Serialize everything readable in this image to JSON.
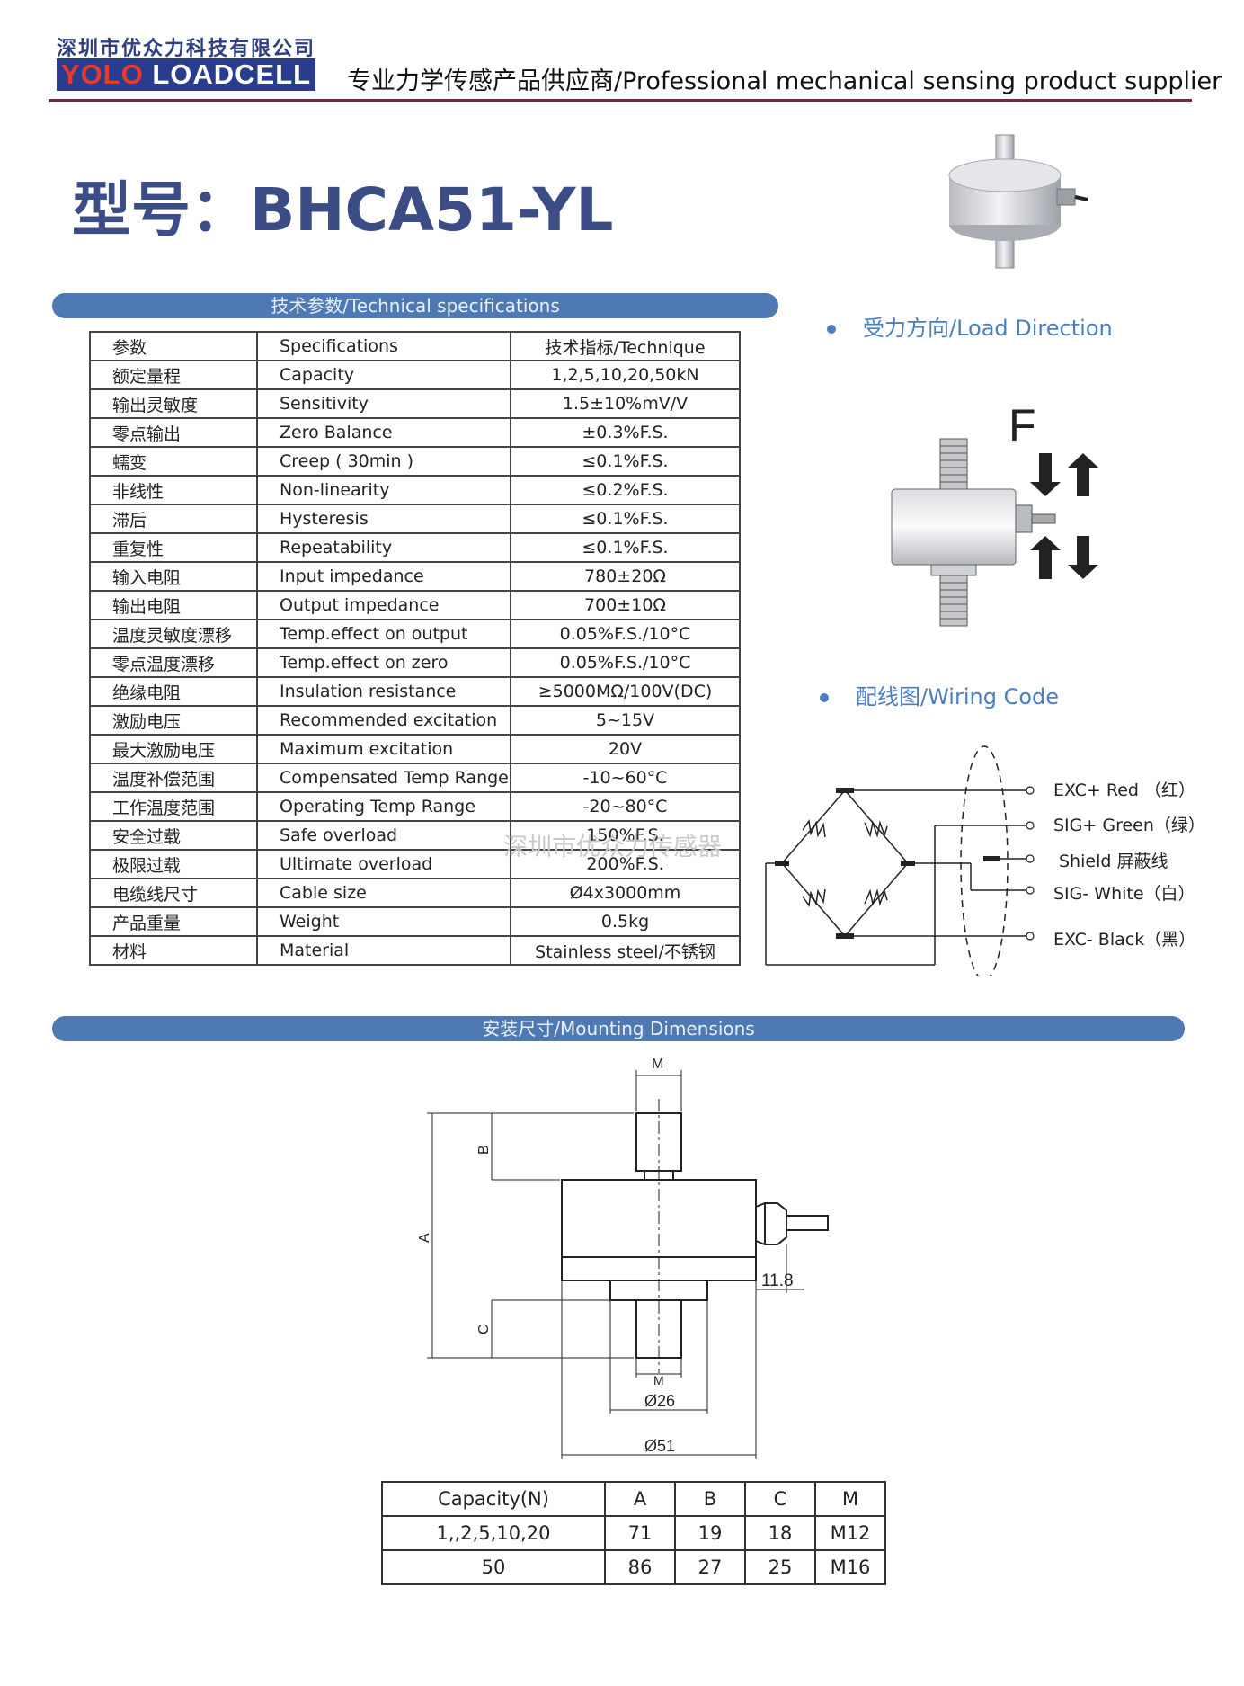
{
  "header": {
    "company_cn": "深圳市优众力科技有限公司",
    "brand_yolo": "YOLO",
    "brand_loadcell": " LOADCELL",
    "tagline": "专业力学传感产品供应商/Professional mechanical sensing product supplier"
  },
  "model": {
    "title": "型号：BHCA51-YL"
  },
  "spec_section": {
    "bar_label": "技术参数/Technical specifications",
    "rows": [
      {
        "cn": "参数",
        "en": "Specifications",
        "value": "技术指标/Technique"
      },
      {
        "cn": "额定量程",
        "en": "Capacity",
        "value": "1,2,5,10,20,50kN"
      },
      {
        "cn": "输出灵敏度",
        "en": "Sensitivity",
        "value": "1.5±10%mV/V"
      },
      {
        "cn": "零点输出",
        "en": "Zero Balance",
        "value": "±0.3%F.S."
      },
      {
        "cn": "蠕变",
        "en": "Creep ( 30min )",
        "value": "≤0.1%F.S."
      },
      {
        "cn": "非线性",
        "en": "Non-linearity",
        "value": "≤0.2%F.S."
      },
      {
        "cn": "滞后",
        "en": "Hysteresis",
        "value": "≤0.1%F.S."
      },
      {
        "cn": "重复性",
        "en": "Repeatability",
        "value": "≤0.1%F.S."
      },
      {
        "cn": "输入电阻",
        "en": "Input impedance",
        "value": "780±20Ω"
      },
      {
        "cn": "输出电阻",
        "en": "Output impedance",
        "value": "700±10Ω"
      },
      {
        "cn": "温度灵敏度漂移",
        "en": "Temp.effect on output",
        "value": "0.05%F.S./10°C"
      },
      {
        "cn": "零点温度漂移",
        "en": "Temp.effect on zero",
        "value": "0.05%F.S./10°C"
      },
      {
        "cn": "绝缘电阻",
        "en": "Insulation resistance",
        "value": "≥5000MΩ/100V(DC)"
      },
      {
        "cn": "激励电压",
        "en": "Recommended excitation",
        "value": "5~15V"
      },
      {
        "cn": "最大激励电压",
        "en": "Maximum excitation",
        "value": "20V"
      },
      {
        "cn": "温度补偿范围",
        "en": "Compensated Temp Range",
        "value": "-10~60°C"
      },
      {
        "cn": "工作温度范围",
        "en": "Operating Temp Range",
        "value": "-20~80°C"
      },
      {
        "cn": "安全过载",
        "en": "Safe overload",
        "value": "150%F.S."
      },
      {
        "cn": "极限过载",
        "en": "Ultimate overload",
        "value": "200%F.S."
      },
      {
        "cn": "电缆线尺寸",
        "en": "Cable size",
        "value": "Ø4x3000mm"
      },
      {
        "cn": "产品重量",
        "en": "Weight",
        "value": "0.5kg"
      },
      {
        "cn": "材料",
        "en": "Material",
        "value": "Stainless steel/不锈钢"
      }
    ]
  },
  "load_direction": {
    "heading": "受力方向/Load Direction",
    "force_label": "F"
  },
  "wiring": {
    "heading": "配线图/Wiring Code",
    "labels": [
      "EXC+ Red （红）",
      "SIG+ Green（绿）",
      "Shield  屏蔽线",
      "SIG- White（白）",
      "EXC- Black（黑）"
    ]
  },
  "watermark": "深圳市优众力传感器",
  "mounting": {
    "bar_label": "安装尺寸/Mounting Dimensions",
    "labels": {
      "m_top": "M",
      "b": "B",
      "a": "A",
      "c": "C",
      "offset": "11.8",
      "m_bottom": "M",
      "d26": "Ø26",
      "d51": "Ø51"
    }
  },
  "dims_table": {
    "headers": [
      "Capacity(N)",
      "A",
      "B",
      "C",
      "M"
    ],
    "rows": [
      [
        "1,,2,5,10,20",
        "71",
        "19",
        "18",
        "M12"
      ],
      [
        "50",
        "86",
        "27",
        "25",
        "M16"
      ]
    ]
  },
  "colors": {
    "brand_blue": "#2a3d8c",
    "brand_red": "#e53a2e",
    "accent_blue": "#4f79b3",
    "title_blue": "#3c4d86",
    "rule": "#6b2a4a"
  }
}
